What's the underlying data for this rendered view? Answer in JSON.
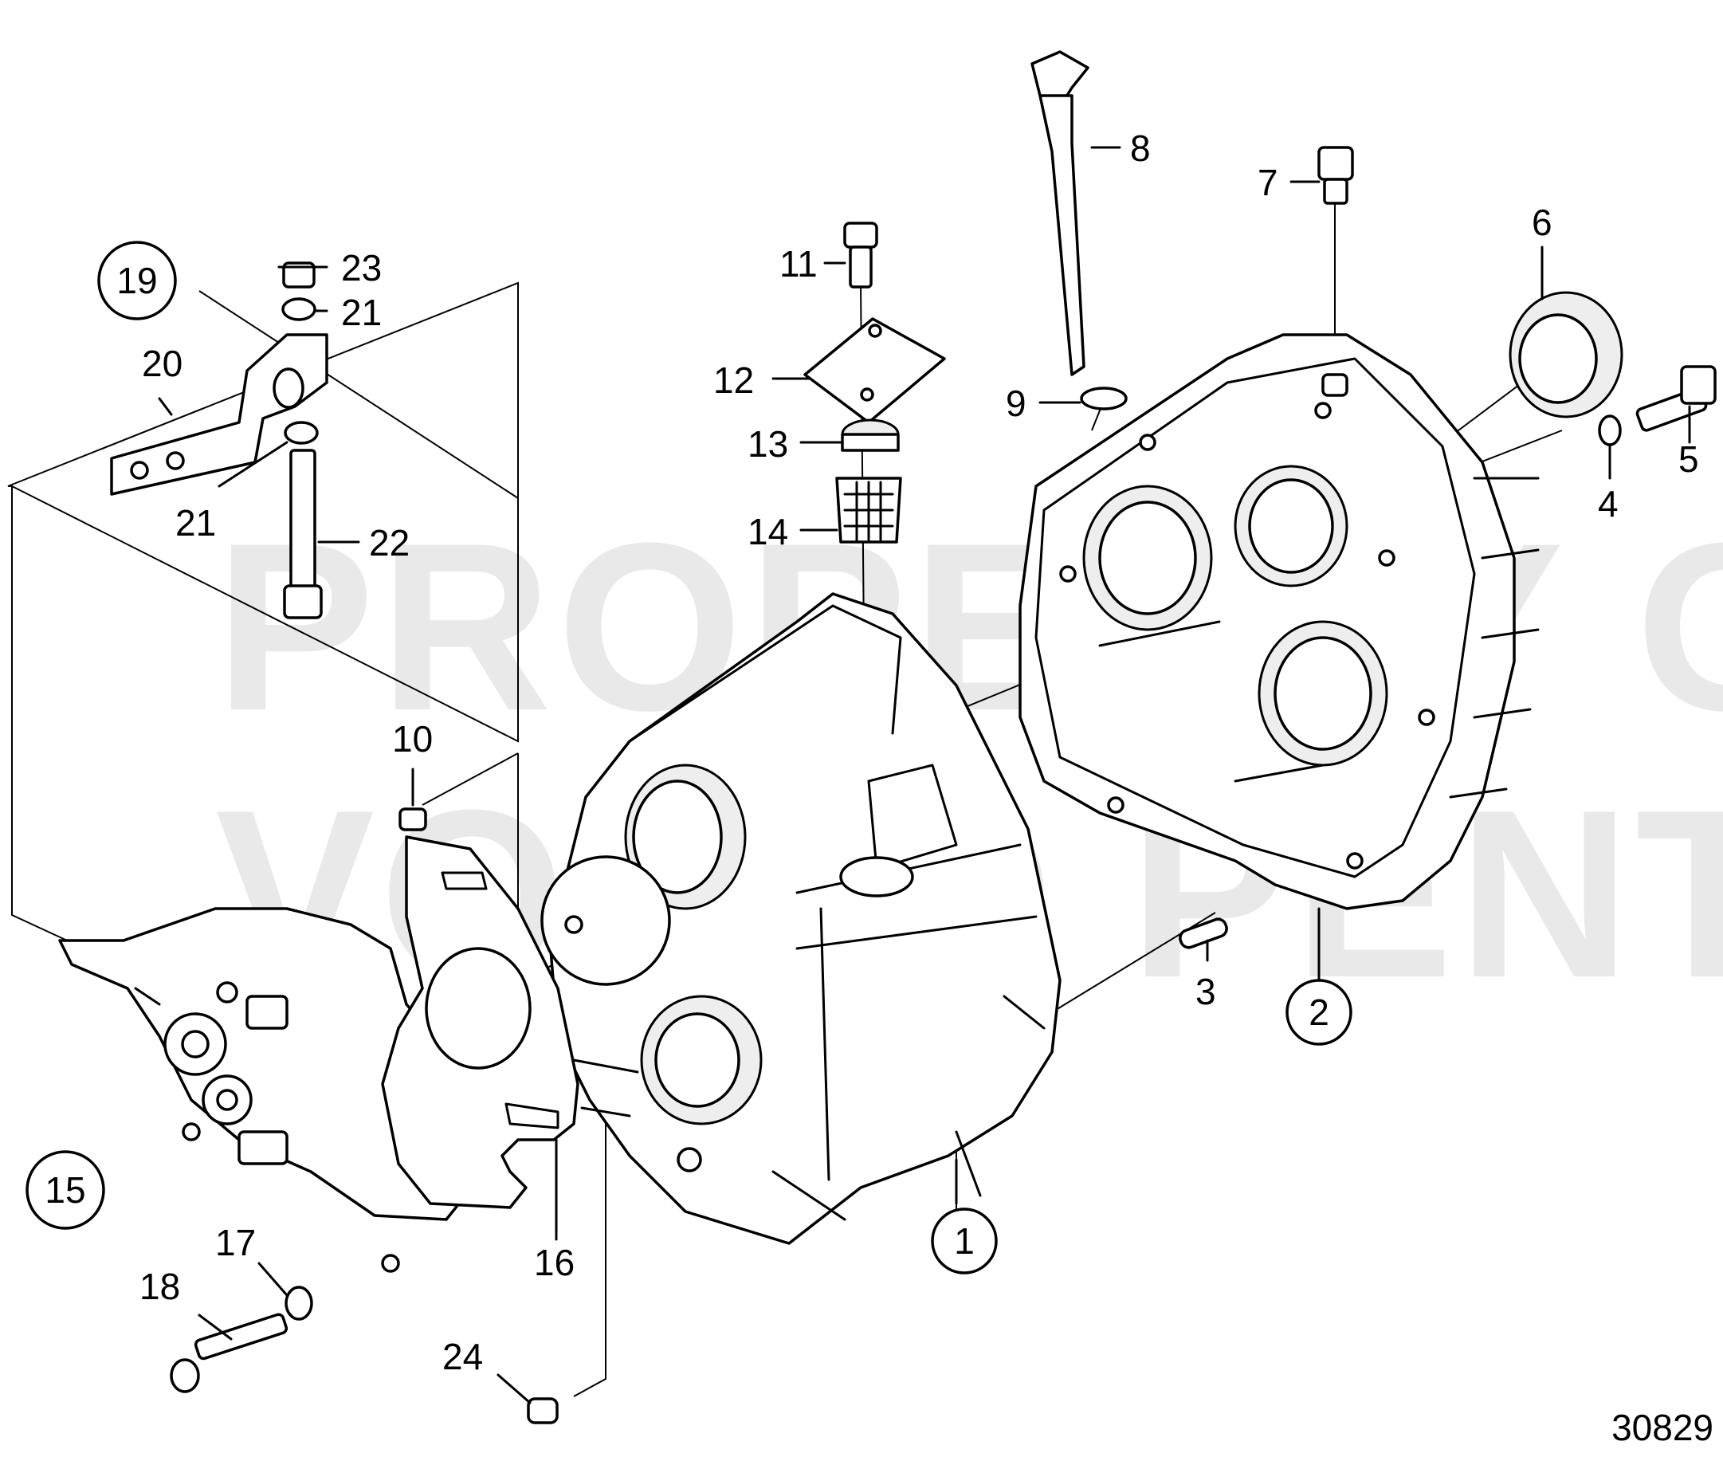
{
  "diagram": {
    "watermark": [
      "PROPERTY OF",
      "VOLVO PENTA"
    ],
    "drawing_number": "30829",
    "group_labels": [
      "19",
      "15",
      "1",
      "2"
    ],
    "part_labels": [
      "23",
      "21",
      "20",
      "21",
      "22",
      "10",
      "16",
      "17",
      "18",
      "24",
      "11",
      "12",
      "13",
      "14",
      "8",
      "9",
      "7",
      "6",
      "5",
      "4",
      "3"
    ]
  }
}
